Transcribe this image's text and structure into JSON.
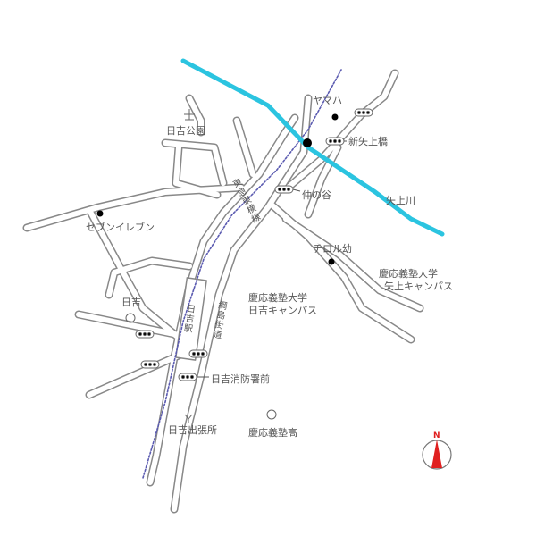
{
  "colors": {
    "river": "#2bc4e0",
    "road_outline": "#888888",
    "railway": "#5a5ab0",
    "north": "#e02020"
  },
  "labels": {
    "hiyoshi_park": "日吉公園",
    "yamaha": "ヤマハ",
    "shin_yagami_bridge": "新矢上橋",
    "naka_no_ya": "仲の谷",
    "yagami_river": "矢上川",
    "seven_eleven": "セブンイレブン",
    "tokyu_toyoko_line": "東急東横線",
    "tirol_kindergarten": "チロル幼",
    "keio_yagami_1": "慶応義塾大学",
    "keio_yagami_2": "矢上キャンパス",
    "keio_hiyoshi_1": "慶応義塾大学",
    "keio_hiyoshi_2": "日吉キャンパス",
    "hiyoshi": "日吉",
    "hiyoshi_station": "日吉駅",
    "tsunashima_kaido": "綱島街道",
    "hiyoshi_fire_station": "日吉消防署前",
    "hiyoshi_branch_office": "日吉出張所",
    "keio_high_school": "慶応義塾高",
    "north": "N"
  }
}
